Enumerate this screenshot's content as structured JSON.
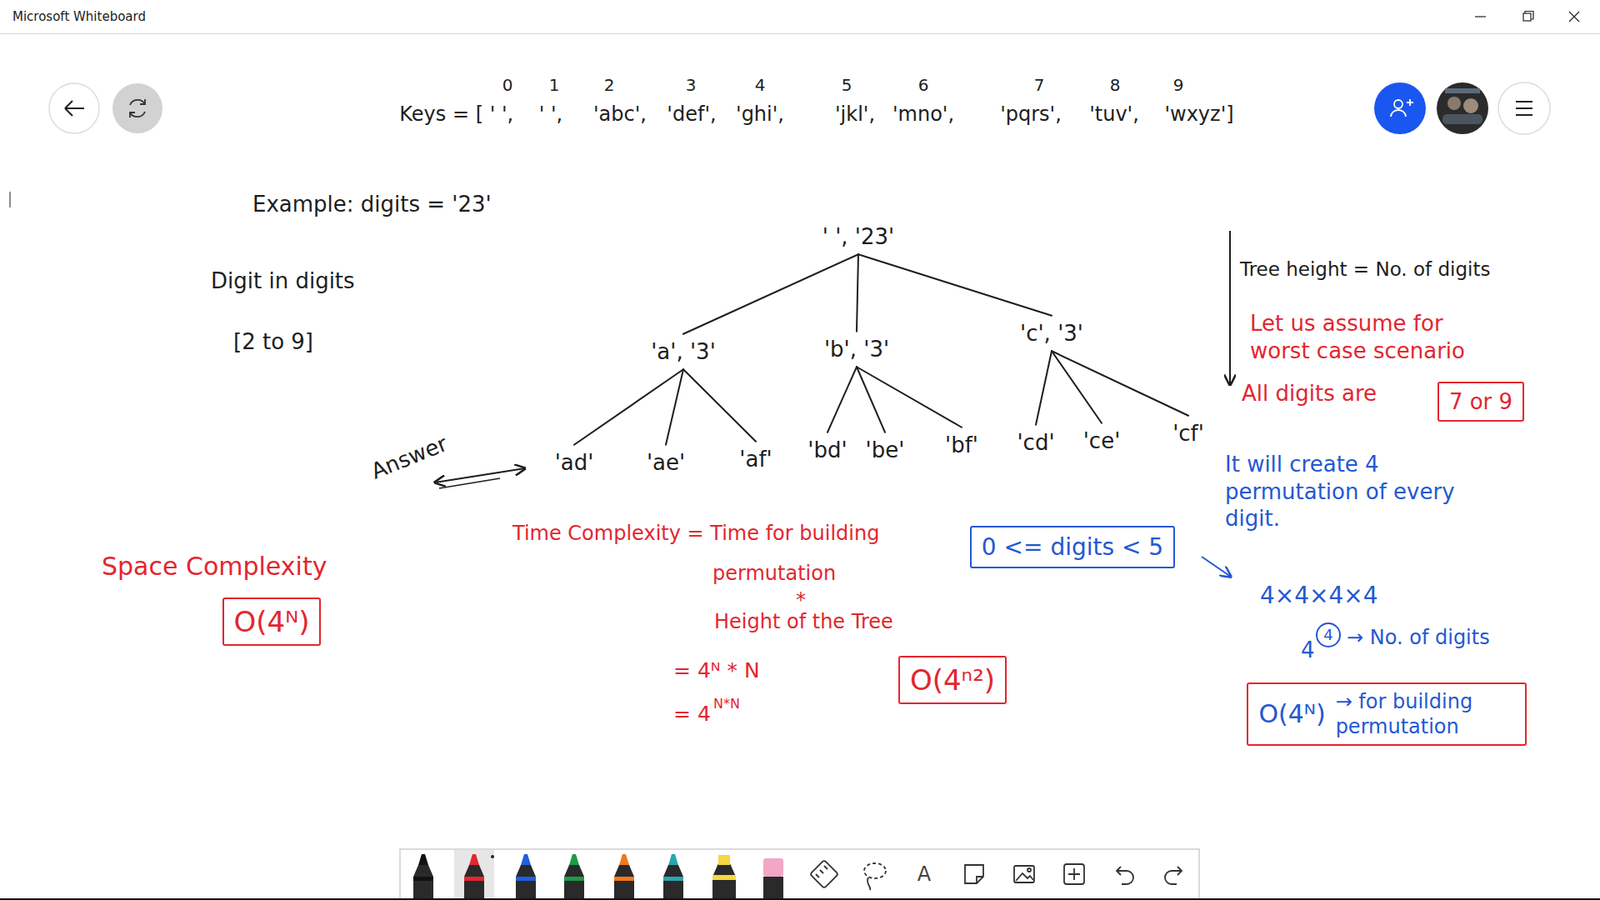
{
  "diagram": {
    "nodes": [
      {
        "text": [
          "' ', '23'"
        ]
      },
      {
        "text": [
          "'a', '3'"
        ]
      },
      {
        "text": [
          "'b', '3'"
        ]
      },
      {
        "text": [
          "'c', '3'"
        ]
      },
      {
        "text": [
          "7 or 9"
        ]
      },
      {
        "text": [
          "'ad'"
        ]
      },
      {
        "text": [
          "'ae'"
        ]
      },
      {
        "text": [
          "'af'"
        ]
      },
      {
        "text": [
          "'bd'"
        ]
      },
      {
        "text": [
          "'be'"
        ]
      },
      {
        "text": [
          "'bf'"
        ]
      },
      {
        "text": [
          "'cd'"
        ]
      },
      {
        "text": [
          "'ce'"
        ]
      },
      {
        "text": [
          "'cf'"
        ]
      },
      {
        "text": [
          "0 <= digits < 5"
        ]
      },
      {
        "text": [
          "O(4ᴺ)"
        ]
      },
      {
        "text": [
          "O(4ⁿ²)"
        ]
      },
      {
        "text": [
          "O(4ᴺ)",
          "→ for building permutation"
        ]
      }
    ],
    "edges": [
      {
        "from": 0,
        "to": 1,
        "arrow": "none"
      },
      {
        "from": 0,
        "to": 2,
        "arrow": "none"
      },
      {
        "from": 0,
        "to": 3,
        "arrow": "none"
      },
      {
        "from": 1,
        "to": 5,
        "arrow": "none"
      },
      {
        "from": 1,
        "to": 6,
        "arrow": "none"
      },
      {
        "from": 1,
        "to": 7,
        "arrow": "none"
      },
      {
        "from": 2,
        "to": 8,
        "arrow": "none"
      },
      {
        "from": 2,
        "to": 9,
        "arrow": "none"
      },
      {
        "from": 2,
        "to": 10,
        "arrow": "none"
      },
      {
        "from": 3,
        "to": 11,
        "arrow": "none"
      },
      {
        "from": 3,
        "to": 12,
        "arrow": "none"
      },
      {
        "from": 3,
        "to": 13,
        "arrow": "none"
      }
    ],
    "labels": [
      "Microsoft Whiteboard",
      "0",
      "1",
      "2",
      "3",
      "4",
      "5",
      "6",
      "7",
      "8",
      "9",
      "Keys = [",
      "' ',",
      "' ',",
      "'abc',",
      "'def',",
      "'ghi',",
      "'jkl',",
      "'mno',",
      "'pqrs',",
      "'tuv',",
      "'wxyz']",
      "Example: digits = '23'",
      "Tree height = No. of digits",
      "Digit in digits",
      "[2 to 9]",
      "Let us assume for worst case scenario",
      "All digits are",
      "It will create 4 permutation of every digit.",
      "Answer",
      "Time Complexity = Time for building",
      "permutation",
      "*",
      "Height of the Tree",
      "= 4ᴺ * N",
      "= 4",
      "N*N",
      "Space Complexity",
      "4×4×4×4",
      "4",
      "4",
      "→ No. of digits",
      "A"
    ]
  }
}
